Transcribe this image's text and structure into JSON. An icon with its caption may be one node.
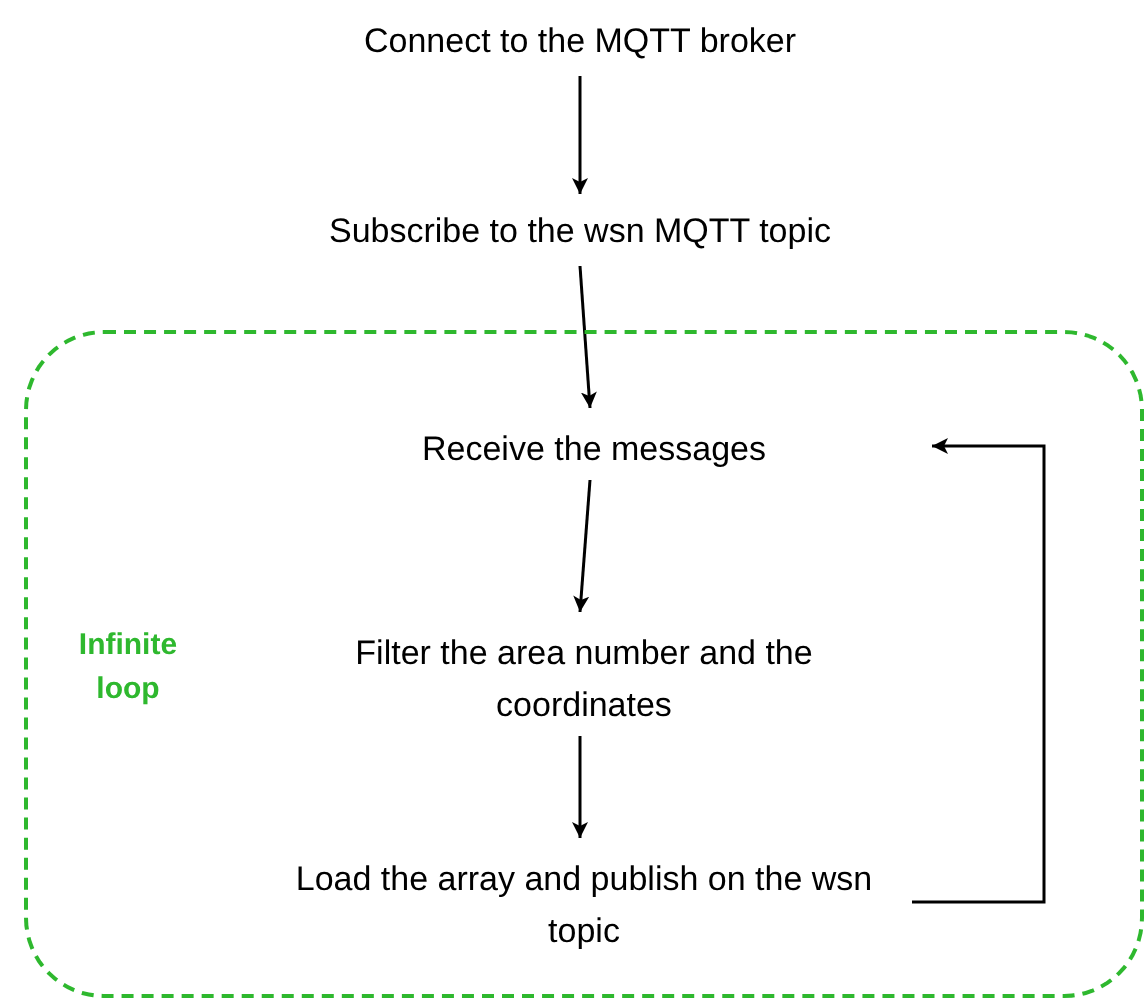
{
  "diagram": {
    "nodes": [
      {
        "text": [
          "Connect to the MQTT broker"
        ]
      },
      {
        "text": [
          "Subscribe to the wsn MQTT topic"
        ]
      },
      {
        "text": [
          "Infinite loop"
        ]
      },
      {
        "text": [
          "Receive the messages"
        ],
        "in": 2
      },
      {
        "text": [
          "Filter the area number and the coordinates"
        ],
        "in": 2
      },
      {
        "text": [
          "Load the array and publish on the wsn topic"
        ],
        "in": 2
      }
    ],
    "edges": [
      {
        "from": 0,
        "to": 1,
        "arrow": "to"
      },
      {
        "from": 1,
        "to": 3,
        "arrow": "to"
      },
      {
        "from": 3,
        "to": 4,
        "arrow": "to"
      },
      {
        "from": 4,
        "to": 5,
        "arrow": "to"
      },
      {
        "from": 5,
        "to": 3,
        "arrow": "to"
      }
    ]
  }
}
